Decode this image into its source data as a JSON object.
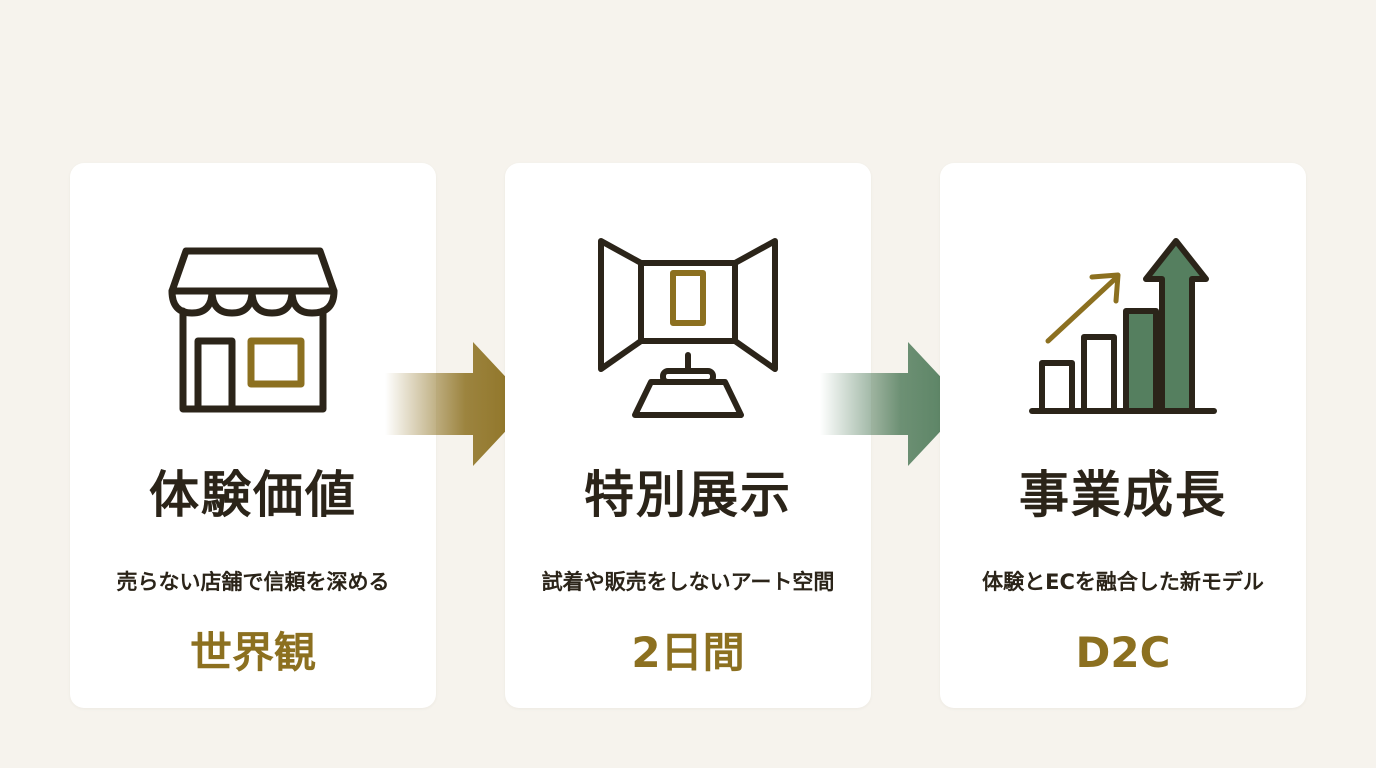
{
  "colors": {
    "background": "#f6f3ed",
    "card": "#ffffff",
    "ink": "#2b2419",
    "gold": "#8c7020",
    "green": "#557f5f"
  },
  "cards": [
    {
      "icon": "storefront-icon",
      "title": "体験価値",
      "description": "売らない店舗で信頼を深める",
      "keyword": "世界観",
      "keyword_color": "#8c7020"
    },
    {
      "icon": "exhibition-display-icon",
      "title": "特別展示",
      "description": "試着や販売をしないアート空間",
      "keyword": "2日間",
      "keyword_color": "#8c7020"
    },
    {
      "icon": "growth-chart-icon",
      "title": "事業成長",
      "description": "体験とECを融合した新モデル",
      "keyword": "D2C",
      "keyword_color": "#8c7020"
    }
  ],
  "arrows": [
    {
      "icon": "right-arrow-icon",
      "color": "#8c7020"
    },
    {
      "icon": "right-arrow-icon",
      "color": "#557f5f"
    }
  ]
}
